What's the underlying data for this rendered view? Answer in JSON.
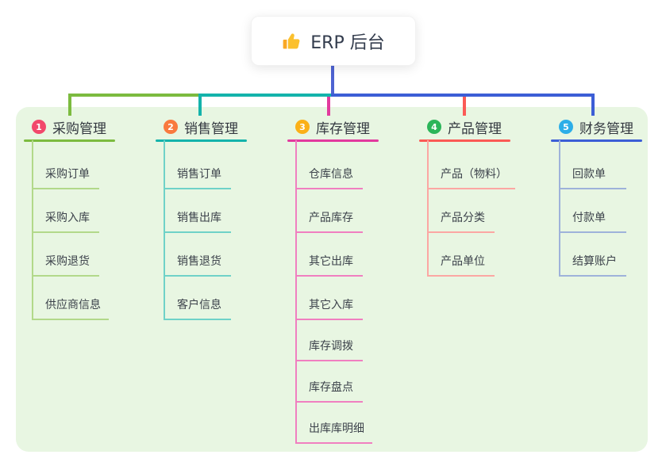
{
  "root": {
    "title": "ERP 后台",
    "icon": "thumbs-up-icon"
  },
  "branches": [
    {
      "number": "1",
      "title": "采购管理",
      "badge_color": "#f2486b",
      "line_color": "#7cbb3f",
      "child_line_color": "#b2d98a",
      "children": [
        "采购订单",
        "采购入库",
        "采购退货",
        "供应商信息"
      ]
    },
    {
      "number": "2",
      "title": "销售管理",
      "badge_color": "#f97a3f",
      "line_color": "#14b3ab",
      "child_line_color": "#6fd2c8",
      "children": [
        "销售订单",
        "销售出库",
        "销售退货",
        "客户信息"
      ]
    },
    {
      "number": "3",
      "title": "库存管理",
      "badge_color": "#fbb017",
      "line_color": "#e23a9e",
      "child_line_color": "#f07fc0",
      "children": [
        "仓库信息",
        "产品库存",
        "其它出库",
        "其它入库",
        "库存调拨",
        "库存盘点",
        "出库库明细"
      ]
    },
    {
      "number": "4",
      "title": "产品管理",
      "badge_color": "#2bb559",
      "line_color": "#fb5a55",
      "child_line_color": "#fca7a3",
      "children": [
        "产品（物料）",
        "产品分类",
        "产品单位"
      ]
    },
    {
      "number": "5",
      "title": "财务管理",
      "badge_color": "#2caee8",
      "line_color": "#3c5ed6",
      "child_line_color": "#9eb2da",
      "children": [
        "回款单",
        "付款单",
        "结算账户"
      ]
    }
  ],
  "canvas": {
    "background": "#ffffff",
    "panel_color": "#e8f6e2",
    "root_connector_color": "#4e63d2"
  }
}
